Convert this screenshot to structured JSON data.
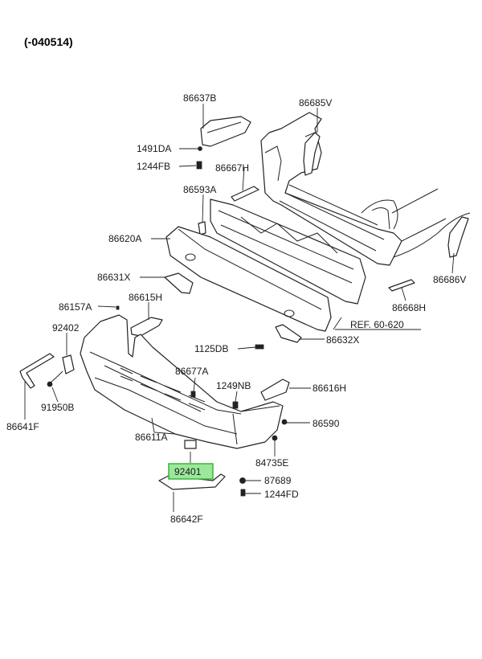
{
  "header": {
    "code": "(-040514)"
  },
  "labels": {
    "l86637B": "86637B",
    "l86685V": "86685V",
    "l1491DA": "1491DA",
    "l1244FB": "1244FB",
    "l86667H": "86667H",
    "l86593A": "86593A",
    "l86620A": "86620A",
    "l86631X": "86631X",
    "l86157A": "86157A",
    "l86615H": "86615H",
    "l92402": "92402",
    "l1125DB": "1125DB",
    "l86632X": "86632X",
    "l86686V": "86686V",
    "l86668H": "86668H",
    "ref": "REF. 60-620",
    "l86677A": "86677A",
    "l1249NB": "1249NB",
    "l86616H": "86616H",
    "l86641F": "86641F",
    "l91950B": "91950B",
    "l86590": "86590",
    "l86611A": "86611A",
    "l84735E": "84735E",
    "l92401": "92401",
    "l87689": "87689",
    "l1244FD": "1244FD",
    "l86642F": "86642F"
  },
  "highlight": {
    "part": "92401",
    "color": "#9be89b"
  }
}
